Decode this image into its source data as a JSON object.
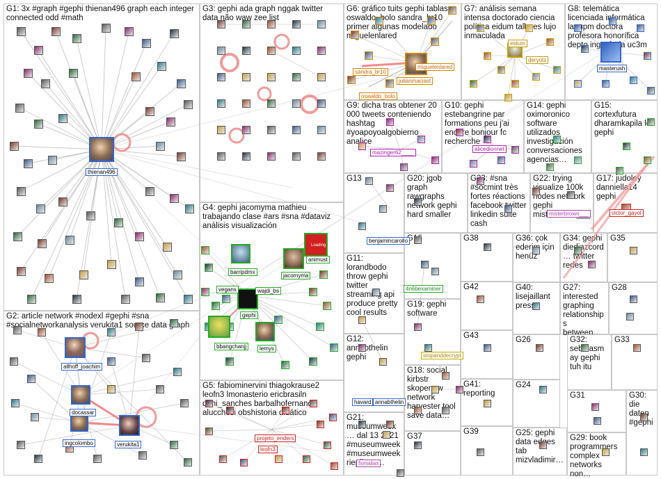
{
  "groups": [
    {
      "id": "g1",
      "label": "G1: 3x #graph #gephi thienan496 graph each integer connected odd #math"
    },
    {
      "id": "g2",
      "label": "G2: article network #nodexl #gephi #sna #socialnetworkanalysis verukita1 source data graph"
    },
    {
      "id": "g3",
      "label": "G3: gephi ada graph nggak twitter data não waw zee list"
    },
    {
      "id": "g4",
      "label": "G4: gephi jacomyma mathieu trabajando clase #ars #sna #dataviz análisis visualización"
    },
    {
      "id": "g5",
      "label": "G5: fabiominervini thiagokrause2 leofn3 lmonasterio ericbrasiln dani_sanches barbalhofernand alucchesi obshistoria didático"
    },
    {
      "id": "g6",
      "label": "G6: gráfico tuits gephi tablas oswaldo_bolo sandra_br10 primer algunas modelado miguelenlared"
    },
    {
      "id": "g7",
      "label": "G7: análisis semana intensa doctorado ciencia política eidum talleres lujo inmaculada"
    },
    {
      "id": "g8",
      "label": "G8: telemática licenciada informática la_upm doctora profesora honorífica depto ingeniería uc3m"
    },
    {
      "id": "g9",
      "label": "G9: dicha tras obtener 20 000 tweets conteniendo hashtag #yoapoyoalgobierno analice"
    },
    {
      "id": "g10",
      "label": "G10: gephi estebangrine par formations peu j'ai encore bonjour fc recherche"
    },
    {
      "id": "g11",
      "label": "G11: lorandbodo throw gephi twitter streaming api produce pretty cool results"
    },
    {
      "id": "g12",
      "label": "G12: annabthelin gephi"
    },
    {
      "id": "g13",
      "label": "G13"
    },
    {
      "id": "g14",
      "label": "G14: gephi oximoronico software utilizados investigación conversaciones agencias…"
    },
    {
      "id": "g15",
      "label": "G15: cortexfutura dharamkapila lot gephi"
    },
    {
      "id": "g16",
      "label": "G16"
    },
    {
      "id": "g17",
      "label": "G17: judoley danniella14 gephi"
    },
    {
      "id": "g18",
      "label": "G18: social kirbstr skopenow network harvester tool save data…"
    },
    {
      "id": "g19",
      "label": "G19: gephi software"
    },
    {
      "id": "g20",
      "label": "G20: jgob graph rawgraphs network gephi hard smaller"
    },
    {
      "id": "g21",
      "label": "G21: museumweek… dal 13 2021 #museumweek #museumweek riepilogo…"
    },
    {
      "id": "g22",
      "label": "G22: trying visualize 100k nodes network gephi misterbrown___"
    },
    {
      "id": "g23",
      "label": "G23: #sna #socmint très fortes réactions facebook twitter linkedin suite cash"
    },
    {
      "id": "g24",
      "label": "G24"
    },
    {
      "id": "g25",
      "label": "G25: gephi data edges tab mizvladimir…"
    },
    {
      "id": "g26",
      "label": "G26"
    },
    {
      "id": "g27",
      "label": "G27: interested graphing relationships between…"
    },
    {
      "id": "g28",
      "label": "G28"
    },
    {
      "id": "g29",
      "label": "G29: book programmers complex networks non…"
    },
    {
      "id": "g30",
      "label": "G30: die daten #gephi"
    },
    {
      "id": "g31",
      "label": "G31"
    },
    {
      "id": "g32",
      "label": "G32: sebelasmay gephi tuh itu"
    },
    {
      "id": "g33",
      "label": "G33"
    },
    {
      "id": "g34",
      "label": "G34: gephi diediazcord… twitter redes"
    },
    {
      "id": "g35",
      "label": "G35"
    },
    {
      "id": "g36",
      "label": "G36: çok ederim için henüz"
    },
    {
      "id": "g37",
      "label": "G37"
    },
    {
      "id": "g38",
      "label": "G38"
    },
    {
      "id": "g39",
      "label": "G39"
    },
    {
      "id": "g40",
      "label": "G40: lisejaillant press"
    },
    {
      "id": "g41",
      "label": "G41: reporting"
    },
    {
      "id": "g42",
      "label": "G42"
    },
    {
      "id": "g43",
      "label": "G43"
    }
  ],
  "vertex_labels": {
    "thienan496": "thienan496",
    "allhoff_joachim": "allhoff_joachim",
    "docassar": "docassar",
    "ingcolombo": "ingcolombo",
    "verukita1": "verukita1",
    "barripdmx": "barripdmx",
    "jacomyma": "jacomyma",
    "animust": "animust",
    "vegans": "vegans",
    "wajdi_bs": "wajdi_bs",
    "gephi": "gephi",
    "bbangchanjj": "bbangchanjj",
    "lemys": "lemys",
    "projeto_enders": "projeto_enders",
    "leofn3": "leofn3",
    "miguelenlared": "miguelenlared",
    "sandra_br10": "sandra_br10",
    "julianmaciast": "julianmaciast",
    "oswaldo_bolo": "oswaldo_bolo",
    "masterush": "masterush",
    "deryots": "deryots",
    "eidum": "eidum",
    "mazinger62": "mazinger62____",
    "alicedionnet": "alicedionnet",
    "victor_gayol": "victor_gayol",
    "misterbrown": "misterbrown___",
    "benjamincarollo": "benjamincarollo",
    "n6bexaminer": "4n6bexaminer",
    "stopanddecrypt": "stopanddecrypt",
    "havard": "havard",
    "annabthelin": "annabthelin",
    "fsmalias": "fsmalias",
    "loading": "Loading"
  },
  "colors": {
    "border": "#c8c8c8",
    "edge": "#a0a0a0",
    "self_loop": "#f08080",
    "thick_edge": "#f06464"
  }
}
